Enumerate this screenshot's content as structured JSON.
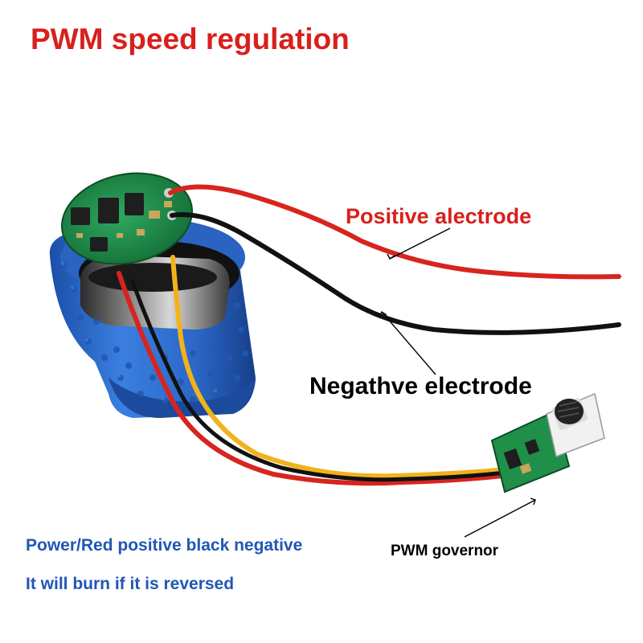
{
  "title": "PWM speed regulation",
  "labels": {
    "positive": "Positive alectrode",
    "negative": "Negathve electrode",
    "governor": "PWM governor"
  },
  "notes": {
    "line1": "Power/Red positive black negative",
    "line2": "It will burn if it is reversed"
  },
  "colors": {
    "title": "#d8201c",
    "positive_label": "#d8201c",
    "negative_label": "#000000",
    "notes": "#1f57b5",
    "motor_shell": "#2f6fd0",
    "pcb": "#1f8f4a",
    "wire_red": "#d8241f",
    "wire_black": "#111111",
    "wire_yellow": "#f2b21c"
  }
}
